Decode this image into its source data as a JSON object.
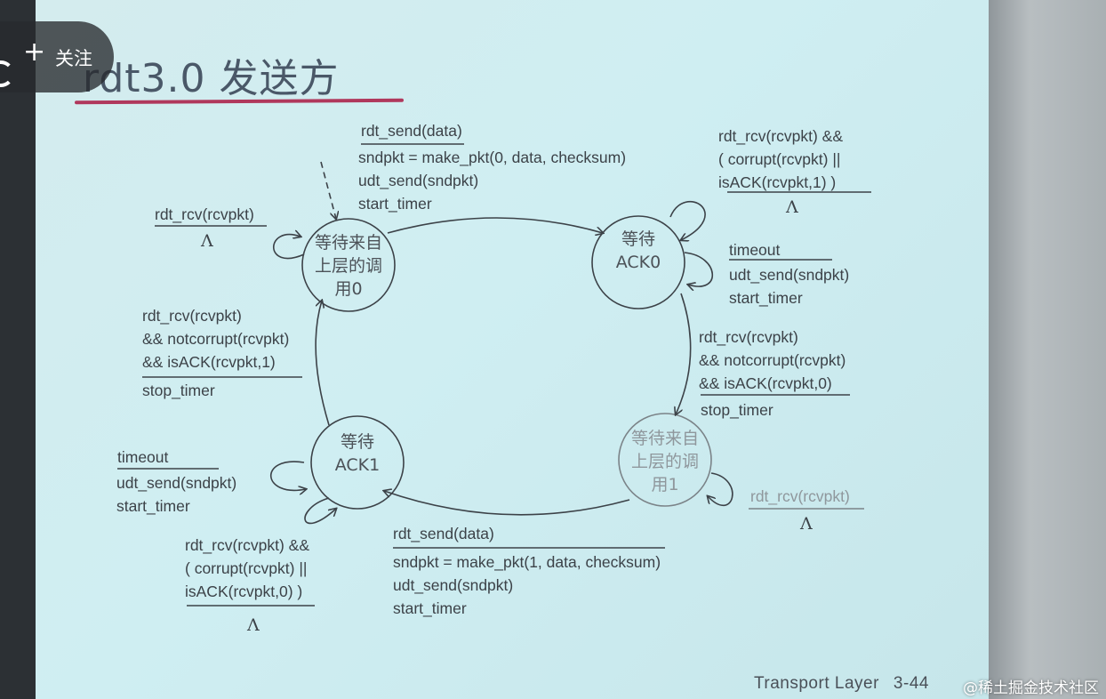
{
  "slide": {
    "title": "rdt3.0 发送方",
    "footer": "Transport Layer",
    "page": "3-44",
    "watermark": "@稀土掘金技术社区"
  },
  "overlay": {
    "follow_label": "关注",
    "plus_icon": "plus-icon"
  },
  "states": {
    "wait_call_0": [
      "等待来自",
      "上层的调",
      "用0"
    ],
    "wait_ack_0": [
      "等待",
      "ACK0"
    ],
    "wait_ack_1": [
      "等待",
      "ACK1"
    ],
    "wait_call_1": [
      "等待来自",
      "上层的调",
      "用1"
    ]
  },
  "transitions": {
    "send_0": {
      "event": "rdt_send(data)",
      "actions": [
        "sndpkt = make_pkt(0, data, checksum)",
        "udt_send(sndpkt)",
        "start_timer"
      ]
    },
    "ack0_loop_corrupt": {
      "event": [
        "rdt_rcv(rcvpkt) &&",
        "( corrupt(rcvpkt) ||",
        "isACK(rcvpkt,1) )"
      ],
      "action": "Λ"
    },
    "ack0_timeout": {
      "event": "timeout",
      "actions": [
        "udt_send(sndpkt)",
        "start_timer"
      ]
    },
    "ack0_received": {
      "event": [
        "rdt_rcv(rcvpkt)",
        "&& notcorrupt(rcvpkt)",
        "&& isACK(rcvpkt,0)"
      ],
      "action": "stop_timer"
    },
    "call0_loop": {
      "event": "rdt_rcv(rcvpkt)",
      "action": "Λ"
    },
    "ack1_received": {
      "event": [
        "rdt_rcv(rcvpkt)",
        "&& notcorrupt(rcvpkt)",
        "&& isACK(rcvpkt,1)"
      ],
      "action": "stop_timer"
    },
    "ack1_timeout": {
      "event": "timeout",
      "actions": [
        "udt_send(sndpkt)",
        "start_timer"
      ]
    },
    "ack1_loop_corrupt": {
      "event": [
        "rdt_rcv(rcvpkt) &&",
        "( corrupt(rcvpkt) ||",
        "isACK(rcvpkt,0) )"
      ],
      "action": "Λ"
    },
    "send_1": {
      "event": "rdt_send(data)",
      "actions": [
        "sndpkt = make_pkt(1, data, checksum)",
        "udt_send(sndpkt)",
        "start_timer"
      ]
    },
    "call1_loop": {
      "event": "rdt_rcv(rcvpkt)",
      "action": "Λ"
    }
  },
  "colors": {
    "slide_bg": "#cfeef2",
    "ink": "#3c4248",
    "title": "#4a5868",
    "underline": "#b0385c"
  }
}
